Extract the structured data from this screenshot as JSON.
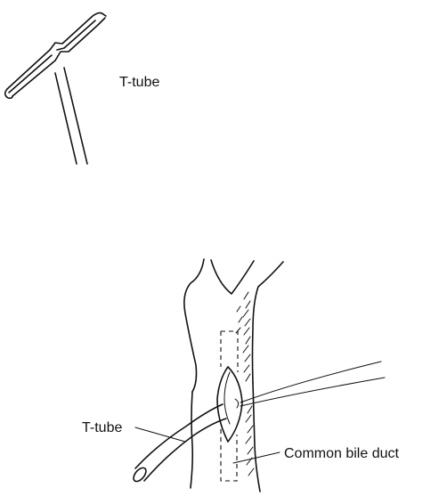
{
  "labels": {
    "top_ttube": "T-tube",
    "duct_ttube": "T-tube",
    "common_bile_duct": "Common bile duct"
  },
  "colors": {
    "ink": "#111111",
    "background": "#ffffff"
  }
}
